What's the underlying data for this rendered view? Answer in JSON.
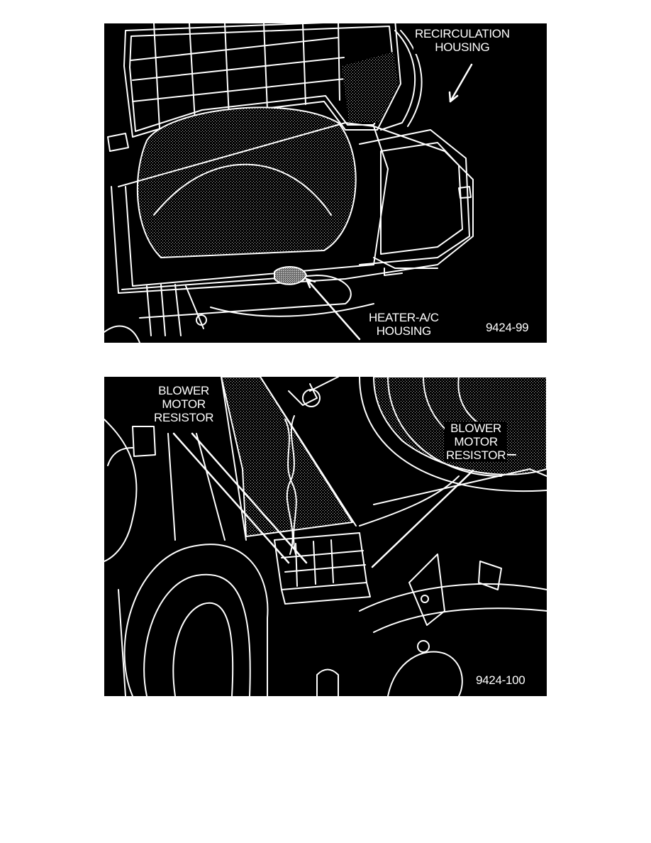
{
  "figures": [
    {
      "callouts": {
        "recirculation_housing": [
          "RECIRCULATION",
          "HOUSING"
        ],
        "heater_ac_housing": [
          "HEATER-A/C",
          "HOUSING"
        ]
      },
      "figure_number": "9424-99"
    },
    {
      "callouts": {
        "blower_motor_resistor_left": [
          "BLOWER",
          "MOTOR",
          "RESISTOR"
        ],
        "blower_motor_resistor_right": [
          "BLOWER",
          "MOTOR",
          "RESISTOR"
        ]
      },
      "figure_number": "9424-100"
    }
  ],
  "colors": {
    "figure_background": "#000000",
    "line_art": "#ffffff",
    "page_background": "#ffffff"
  }
}
